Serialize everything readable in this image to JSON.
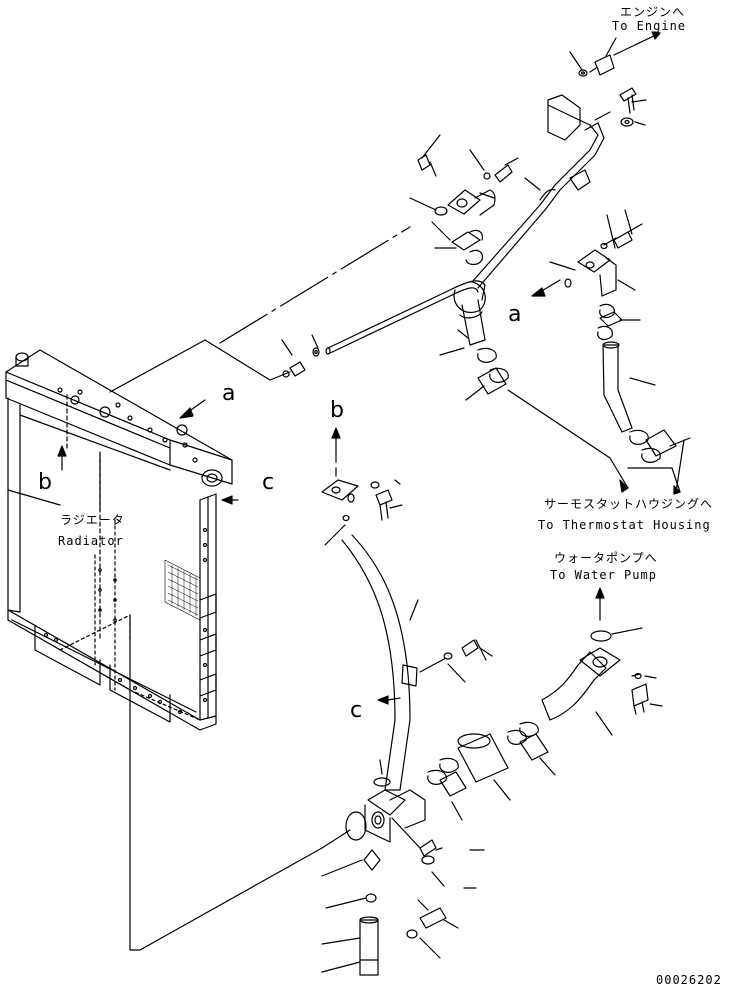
{
  "destinations": {
    "engine_jp": "エンジンへ",
    "engine_en": "To Engine",
    "thermostat_jp": "サーモスタットハウジングへ",
    "thermostat_en": "To Thermostat Housing",
    "water_pump_jp": "ウォータポンプへ",
    "water_pump_en": "To Water Pump"
  },
  "radiator": {
    "label_jp": "ラジエータ",
    "label_en": "Radiator"
  },
  "view_markers": {
    "a": "a",
    "b": "b",
    "c": "c"
  },
  "figure_number": "00026202"
}
